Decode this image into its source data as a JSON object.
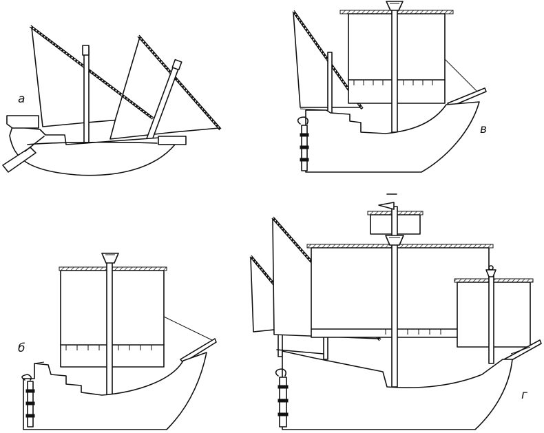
{
  "labels": {
    "a": "а",
    "b": "б",
    "v": "в",
    "g": "г"
  }
}
